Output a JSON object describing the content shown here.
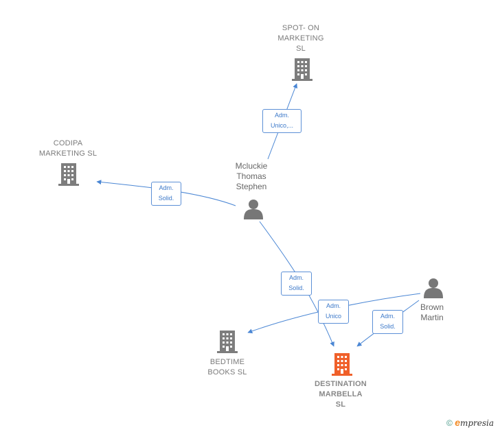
{
  "nodes": [
    {
      "id": "spot",
      "type": "company",
      "label": "SPOT- ON\nMARKETING\nSL"
    },
    {
      "id": "codipa",
      "type": "company",
      "label": "CODIPA\nMARKETING SL"
    },
    {
      "id": "bedtime",
      "type": "company",
      "label": "BEDTIME\nBOOKS  SL"
    },
    {
      "id": "destination",
      "type": "company-focus",
      "label": "DESTINATION\nMARBELLA\nSL"
    },
    {
      "id": "mcluckie",
      "type": "person",
      "label": "Mcluckie\nThomas\nStephen"
    },
    {
      "id": "brown",
      "type": "person",
      "label": "Brown\nMartin"
    }
  ],
  "edges": [
    {
      "from": "mcluckie",
      "to": "spot",
      "label": "Adm.\nUnico,..."
    },
    {
      "from": "mcluckie",
      "to": "codipa",
      "label": "Adm.\nSolid."
    },
    {
      "from": "mcluckie",
      "to": "destination",
      "label": "Adm.\nSolid."
    },
    {
      "from": "brown",
      "to": "bedtime",
      "label": "Adm.\nUnico"
    },
    {
      "from": "brown",
      "to": "destination",
      "label": "Adm.\nSolid."
    }
  ],
  "colors": {
    "company": "#7d7d7d",
    "focus": "#f0602a",
    "person": "#777777",
    "edge": "#4a86d4"
  },
  "watermark": {
    "symbol": "©",
    "brand_initial": "e",
    "brand_rest": "mpresia"
  }
}
